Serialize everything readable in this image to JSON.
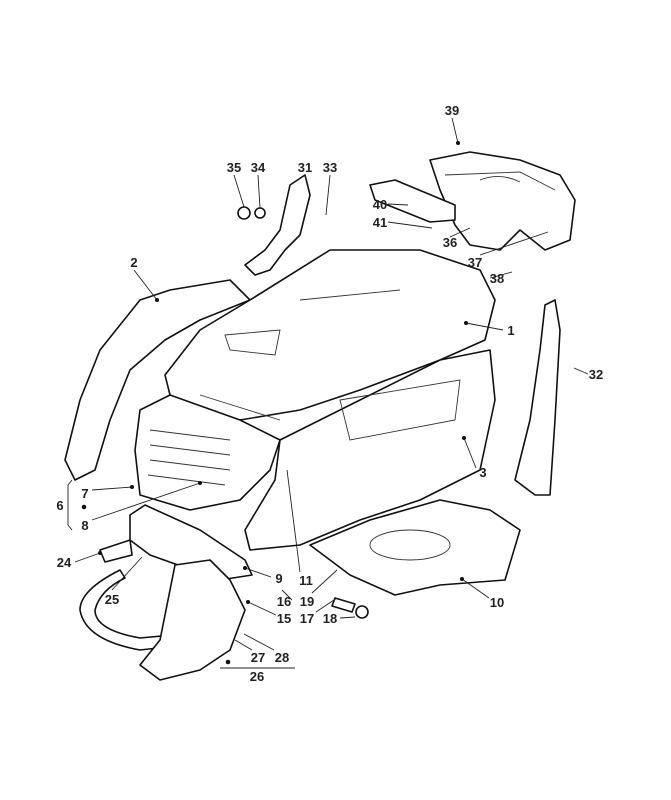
{
  "diagram": {
    "title": "Bonnet / hood assembly exploded parts diagram",
    "labels": {
      "l1": "1",
      "l2": "2",
      "l3": "3",
      "l6": "6",
      "l7": "7",
      "l8": "8",
      "l9": "9",
      "l10": "10",
      "l11": "11",
      "l15": "15",
      "l16": "16",
      "l17": "17",
      "l18": "18",
      "l19": "19",
      "l24": "24",
      "l25": "25",
      "l26": "26",
      "l27": "27",
      "l28": "28",
      "l31": "31",
      "l32": "32",
      "l33": "33",
      "l34": "34",
      "l35": "35",
      "l36": "36",
      "l37": "37",
      "l38": "38",
      "l39": "39",
      "l40": "40",
      "l41": "41"
    }
  }
}
